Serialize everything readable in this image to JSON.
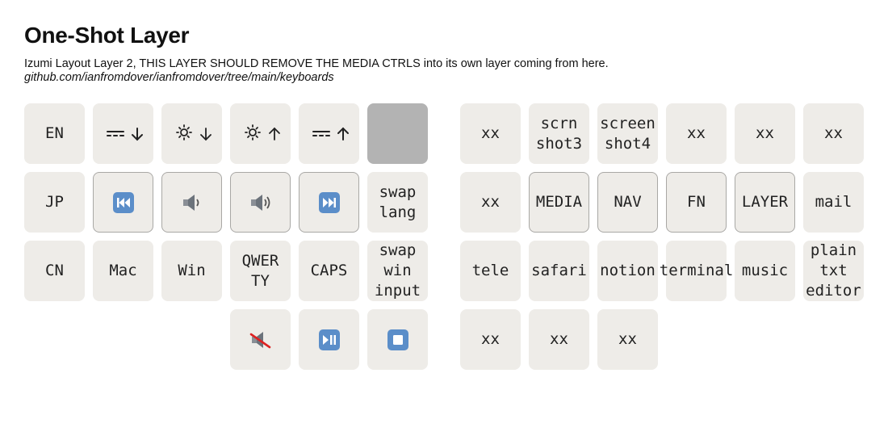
{
  "title": "One-Shot Layer",
  "description": "Izumi Layout Layer 2, THIS LAYER SHOULD REMOVE THE MEDIA CTRLS into its own layer coming from here.",
  "link": "github.com/ianfromdover/ianfromdover/tree/main/keyboards",
  "left_keys": {
    "en": "EN",
    "jp": "JP",
    "cn": "CN",
    "mac": "Mac",
    "win": "Win",
    "qwerty": "QWER\nTY",
    "caps": "CAPS",
    "swap_lang": "swap\nlang",
    "swap_win_input": "swap\nwin\ninput",
    "icons": {
      "kbd_backlight_down": "keyboard-backlight-down-icon",
      "brightness_down": "brightness-down-icon",
      "brightness_up": "brightness-up-icon",
      "kbd_backlight_up": "keyboard-backlight-up-icon",
      "prev_track": "previous-track-icon",
      "volume_down": "volume-down-icon",
      "volume_up": "volume-up-icon",
      "next_track": "next-track-icon",
      "mute": "mute-icon",
      "play_pause": "play-pause-icon",
      "stop": "stop-icon"
    }
  },
  "right_keys": {
    "r1": [
      "xx",
      "scrn\nshot3",
      "screen\nshot4",
      "xx",
      "xx",
      "xx"
    ],
    "r2": [
      "xx",
      "MEDIA",
      "NAV",
      "FN",
      "LAYER",
      "mail"
    ],
    "r3": [
      "tele",
      "safari",
      "notion",
      "terminal",
      "music",
      "plain\ntxt\neditor"
    ],
    "r4": [
      "xx",
      "xx",
      "xx"
    ]
  },
  "colors": {
    "key_bg": "#eeece8",
    "key_border": "#a9a8a5",
    "held_key": "#b3b3b3",
    "icon_blue": "#5b8ec9"
  }
}
